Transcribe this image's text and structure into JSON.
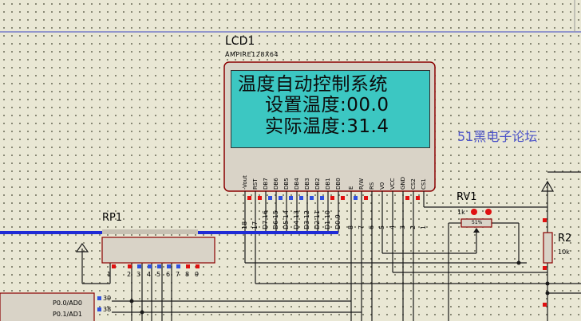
{
  "lcd": {
    "name": "LCD1",
    "model": "AMPIRE128X64",
    "display_lines": [
      "温度自动控制系统",
      "设置温度:00.0",
      "实际温度:31.4"
    ],
    "pins": [
      {
        "label": "-Vout",
        "num": "18"
      },
      {
        "label": "RST",
        "num": "17"
      },
      {
        "label": "DB7",
        "num": "D7 16"
      },
      {
        "label": "DB6",
        "num": "D6 15"
      },
      {
        "label": "DB5",
        "num": "D5 14"
      },
      {
        "label": "DB4",
        "num": "D4 13"
      },
      {
        "label": "DB3",
        "num": "D3 12"
      },
      {
        "label": "DB2",
        "num": "D2 11"
      },
      {
        "label": "DB1",
        "num": "D1 10"
      },
      {
        "label": "DB0",
        "num": "D0 9"
      },
      {
        "label": "E",
        "num": "8"
      },
      {
        "label": "R/W",
        "num": "7"
      },
      {
        "label": "RS",
        "num": "6"
      },
      {
        "label": "V0",
        "num": "5"
      },
      {
        "label": "VCC",
        "num": "4"
      },
      {
        "label": "GND",
        "num": "3"
      },
      {
        "label": "CS2",
        "num": "2"
      },
      {
        "label": "CS1",
        "num": "1"
      }
    ]
  },
  "watermark": "51黑电子论坛",
  "rv1": {
    "name": "RV1",
    "value": "1k",
    "percent": "51%"
  },
  "rp1": {
    "name": "RP1",
    "pins": [
      "1",
      "2",
      "3",
      "4",
      "5",
      "6",
      "7",
      "8",
      "9"
    ]
  },
  "r2": {
    "name": "R2",
    "value": "10k"
  },
  "mcu": {
    "pins": [
      {
        "label": "P0.0/AD0",
        "num": "39"
      },
      {
        "label": "P0.1/AD1",
        "num": "38"
      }
    ]
  },
  "colors": {
    "background": "#e9e7d4",
    "wire": "#1a1a1a",
    "bus": "#1f2bd6",
    "component_border": "#8b0000",
    "component_fill": "#d9d3c7",
    "lcd_screen": "#3cc7c2",
    "pin_red": "#e01010",
    "pin_blue": "#3050e0",
    "watermark": "#4d54c9"
  }
}
